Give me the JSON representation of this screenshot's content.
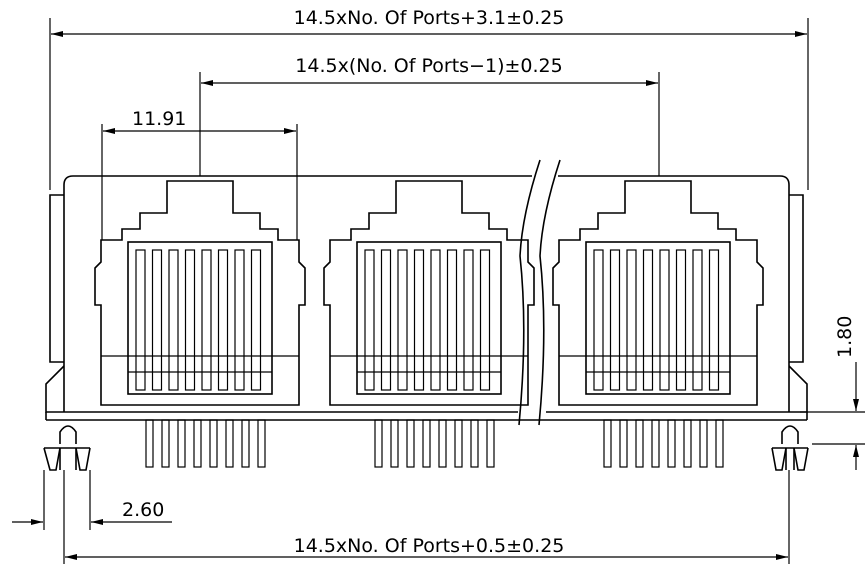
{
  "dimensions": {
    "overall_width": "14.5xNo. Of Ports+3.1±0.25",
    "port_pitch_span": "14.5x(No. Of Ports−1)±0.25",
    "port_opening_width": "11.91",
    "peg_height": "1.80",
    "peg_offset": "2.60",
    "base_width": "14.5xNo. Of Ports+0.5±0.25"
  },
  "colors": {
    "line": "#000000",
    "background": "#ffffff"
  }
}
